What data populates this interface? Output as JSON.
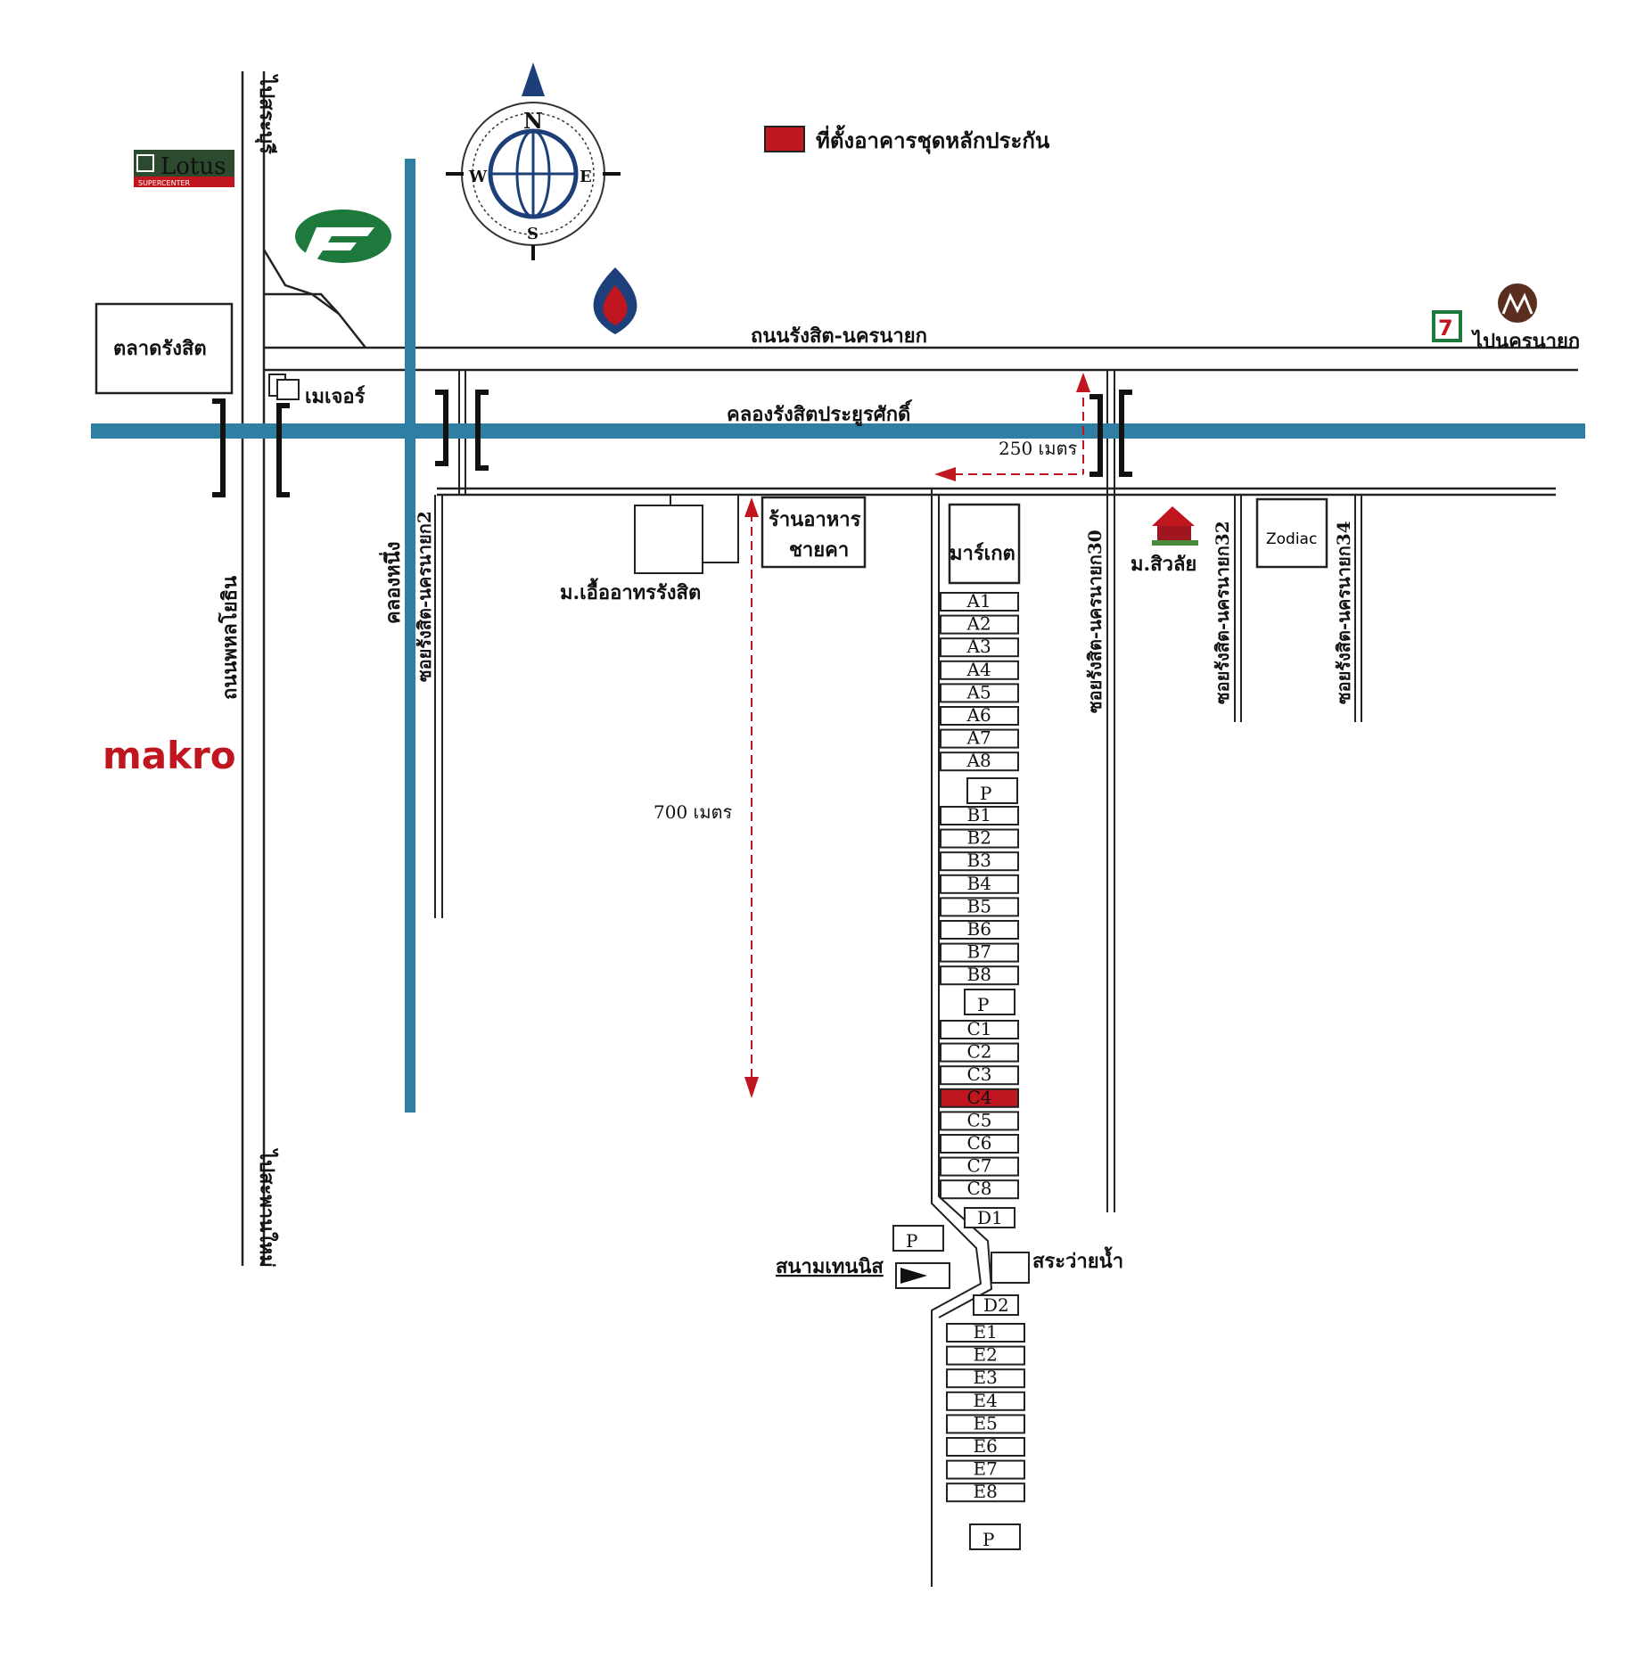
{
  "legend": {
    "label": "ที่ตั้งอาคารชุดหลักประกัน",
    "color": "#c0161f"
  },
  "compass": {
    "n": "N",
    "s": "S",
    "e": "E",
    "w": "W"
  },
  "roads": {
    "main_road": "ถนนรังสิต-นครนายก",
    "to_saraburi": "ไปสระบุรี",
    "to_nakhon_nayok": "ไปนครนายก",
    "phahonyothin": "ถนนพหลโยธิน",
    "to_saphan_mai": "ไปสะพานใหม่",
    "soi2": "ซอยรังสิต-นครนายก2",
    "soi30": "ซอยรังสิต-นครนายก30",
    "soi32": "ซอยรังสิต-นครนายก32",
    "soi34": "ซอยรังสิต-นครนายก34"
  },
  "waterways": {
    "canal_main": "คลองรังสิตประยูรศักดิ์",
    "canal_1": "คลองหนึ่ง"
  },
  "landmarks": {
    "lotus": "Lotus",
    "lotus_sub": "SUPERCENTER",
    "makro": "makro",
    "rangsit_market": "ตลาดรังสิต",
    "major": "เมเจอร์",
    "restaurant_line1": "ร้านอาหาร",
    "restaurant_line2": "ชายคา",
    "uea_arthorn": "ม.เอื้ออาทรรังสิต",
    "market": "มาร์เกต",
    "siwalai": "ม.สิวลัย",
    "zodiac": "Zodiac",
    "tennis": "สนามเทนนิส",
    "pool": "สระว่ายน้ำ",
    "seven_eleven": "7"
  },
  "distances": {
    "d250": "250 เมตร",
    "d700": "700 เมตร"
  },
  "buildings": {
    "A": [
      "A1",
      "A2",
      "A3",
      "A4",
      "A5",
      "A6",
      "A7",
      "A8"
    ],
    "B": [
      "B1",
      "B2",
      "B3",
      "B4",
      "B5",
      "B6",
      "B7",
      "B8"
    ],
    "C": [
      "C1",
      "C2",
      "C3",
      "C4",
      "C5",
      "C6",
      "C7",
      "C8"
    ],
    "D": [
      "D1",
      "D2"
    ],
    "E": [
      "E1",
      "E2",
      "E3",
      "E4",
      "E5",
      "E6",
      "E7",
      "E8"
    ],
    "parking": "P",
    "highlighted": "C4"
  }
}
